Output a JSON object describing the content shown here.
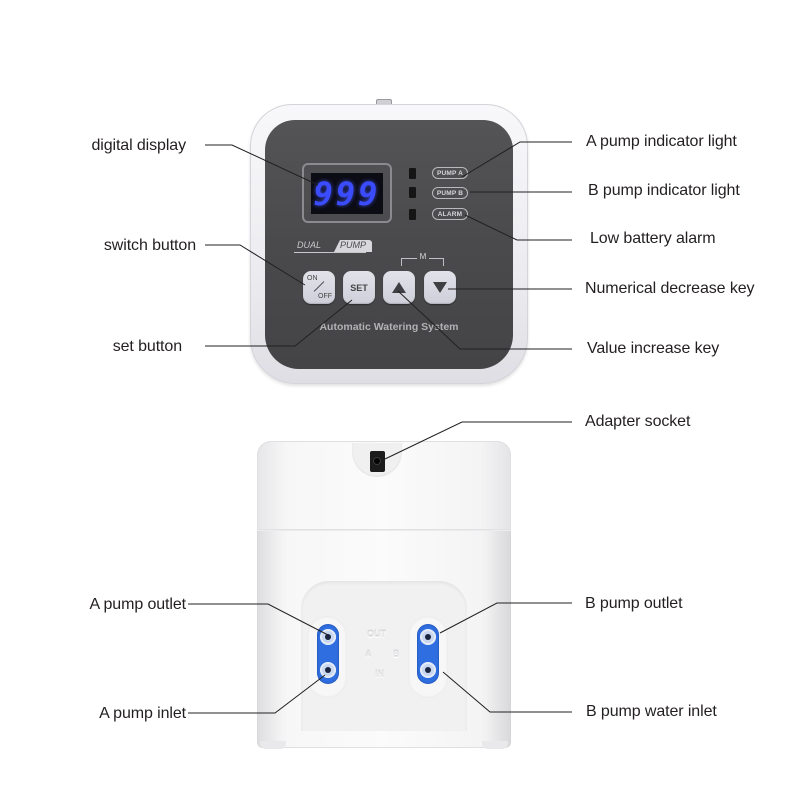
{
  "diagram": {
    "subject": "Dual pump automatic watering system controller",
    "front_unit": {
      "display_value": "999",
      "indicators": [
        {
          "id": "pump-a",
          "label": "PUMP A"
        },
        {
          "id": "pump-b",
          "label": "PUMP B"
        },
        {
          "id": "alarm",
          "label": "ALARM"
        }
      ],
      "series_tag": {
        "left": "DUAL",
        "right": "PUMP"
      },
      "m_label": "M",
      "buttons": {
        "on_off": {
          "top": "ON",
          "bottom": "OFF"
        },
        "set": "SET",
        "up_icon": "triangle-up",
        "down_icon": "triangle-down"
      },
      "brand_text": "Automatic Watering System"
    },
    "back_unit": {
      "embossed": {
        "out": "OUT",
        "a": "A",
        "b": "B",
        "in": "IN"
      }
    },
    "callouts": {
      "digital_display": "digital display",
      "switch_button": "switch button",
      "set_button": "set button",
      "a_pump_indicator": "A pump indicator light",
      "b_pump_indicator": "B pump indicator light",
      "low_battery_alarm": "Low battery alarm",
      "numerical_decrease_key": "Numerical decrease key",
      "value_increase_key": "Value increase key",
      "adapter_socket": "Adapter socket",
      "a_pump_outlet": "A pump outlet",
      "a_pump_inlet": "A pump inlet",
      "b_pump_outlet": "B pump outlet",
      "b_pump_water_inlet": "B pump water inlet"
    },
    "colors": {
      "display_digits": "#3b4cff",
      "panel_face": "#4a4a4c",
      "port_blue": "#2f6ee0",
      "label_text": "#231f20"
    }
  }
}
